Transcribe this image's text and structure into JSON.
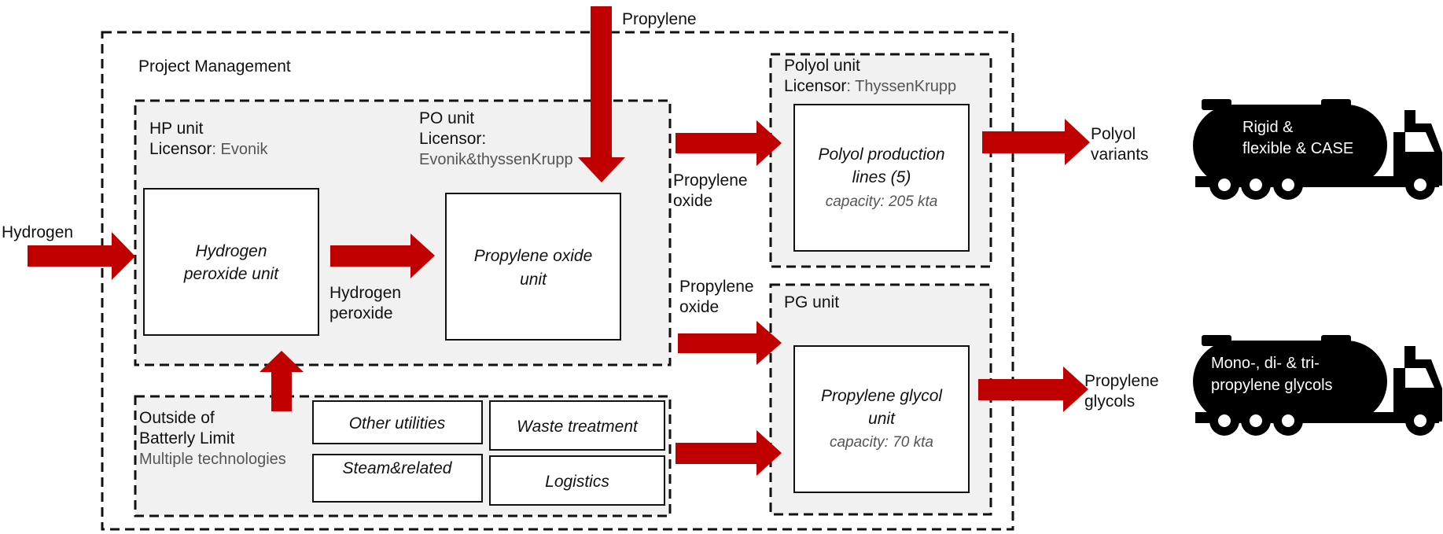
{
  "project": {
    "label": "Project Management"
  },
  "inputs": {
    "hydrogen": "Hydrogen",
    "propylene": "Propylene"
  },
  "hp_unit": {
    "title": "HP unit",
    "licensor_label": "Licensor",
    "licensor_value": ": Evonik",
    "box_line1": "Hydrogen",
    "box_line2": "peroxide unit"
  },
  "po_unit": {
    "title": "PO unit",
    "licensor_label": "Licensor:",
    "licensor_value": "Evonik&thyssenKrupp",
    "box_line1": "Propylene oxide",
    "box_line2": "unit"
  },
  "flows": {
    "hp_line1": "Hydrogen",
    "hp_line2": "peroxide",
    "po1_line1": "Propylene",
    "po1_line2": "oxide",
    "po2_line1": "Propylene",
    "po2_line2": "oxide"
  },
  "osbl": {
    "line1": "Outside of",
    "line2": "Batterly Limit",
    "line3": "Multiple technologies",
    "items": [
      "Other utilities",
      "Waste treatment",
      "Steam&related",
      "Logistics"
    ]
  },
  "polyol_unit": {
    "title": "Polyol unit",
    "licensor_label": "Licensor",
    "licensor_value": ": ThyssenKrupp",
    "box_line1": "Polyol production",
    "box_line2": "lines (5)",
    "capacity": "capacity: 205 kta"
  },
  "pg_unit": {
    "title": "PG unit",
    "box_line1": "Propylene glycol",
    "box_line2": "unit",
    "capacity": "capacity: 70 kta"
  },
  "outputs": {
    "polyol_line1": "Polyol",
    "polyol_line2": "variants",
    "pg_line1": "Propylene",
    "pg_line2": "glycols"
  },
  "trucks": {
    "truck1_line1": "Rigid &",
    "truck1_line2": "flexible & CASE",
    "truck2_line1": "Mono-, di- & tri-",
    "truck2_line2": "propylene glycols"
  },
  "colors": {
    "arrow": "#c00000",
    "area_fill": "#f1f1f1",
    "truck": "#000000"
  }
}
